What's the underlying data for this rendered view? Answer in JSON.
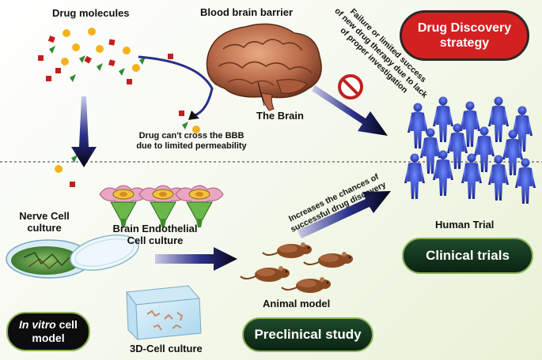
{
  "labels": {
    "drug_molecules": "Drug molecules",
    "bbb": "Blood brain barrier",
    "the_brain": "The Brain",
    "cant_cross_1": "Drug can't cross the BBB",
    "cant_cross_2": "due to limited permeability",
    "failure_1": "Failure or limited success",
    "failure_2": "of new drug therapy due to lack",
    "failure_3": "of proper investigation",
    "human_trial": "Human Trial",
    "nerve_1": "Nerve Cell",
    "nerve_2": "culture",
    "endo_1": "Brain Endothelial",
    "endo_2": "Cell culture",
    "increases_1": "Increases the chances of",
    "increases_2": "successful drug discovery",
    "animal_model": "Animal model",
    "three_d": "3D-Cell culture"
  },
  "badges": {
    "strategy_1": "Drug Discovery",
    "strategy_2": "strategy",
    "clinical": "Clinical trials",
    "preclinical": "Preclinical study",
    "invitro_italic": "In vitro",
    "invitro_rest": " cell",
    "invitro_2": "model"
  },
  "colors": {
    "red_badge": "#d32020",
    "green_badge": "#1d4a2a",
    "arrow_blue": "#2a2f8a",
    "human_blue": "#2b3fd0"
  }
}
